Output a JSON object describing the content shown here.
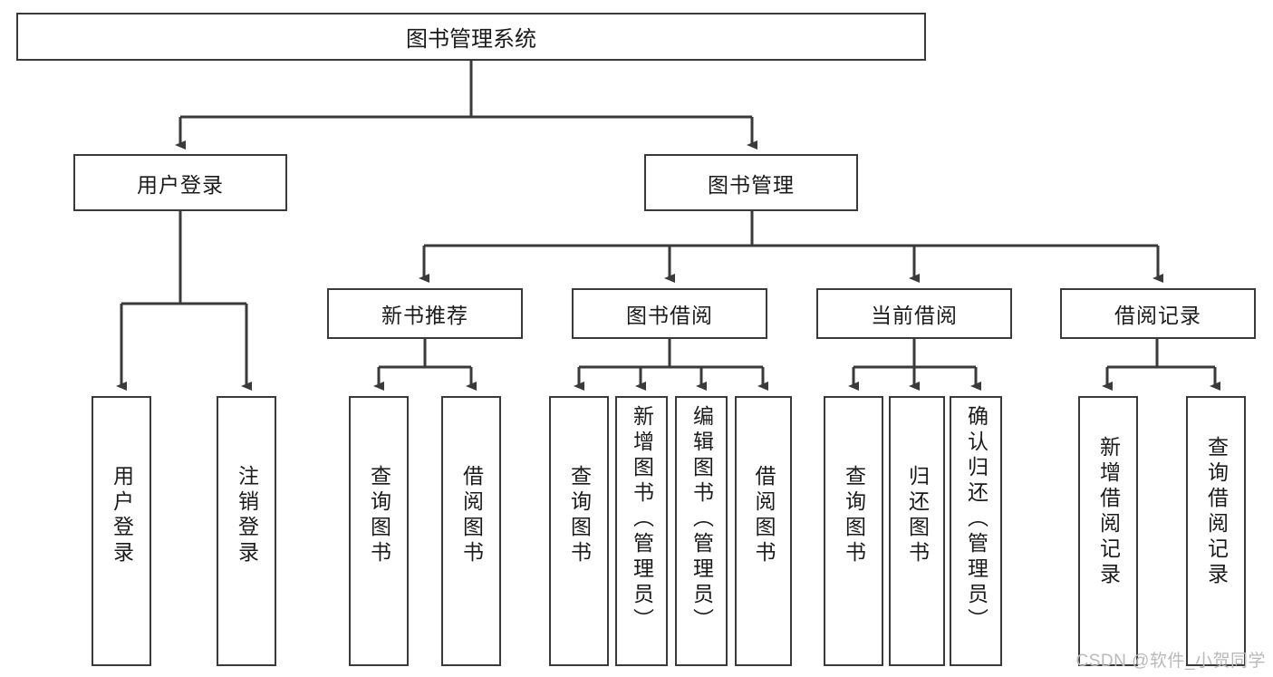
{
  "diagram": {
    "title": "图书管理系统",
    "type": "hierarchy-tree",
    "watermark": "CSDN @软件_小贺同学",
    "colors": {
      "stroke": "#3a3a3a",
      "text": "#1b1b1b",
      "background": "#ffffff",
      "watermark": "#b9b9b9"
    },
    "root": {
      "label": "图书管理系统"
    },
    "level2": [
      {
        "label": "用户登录"
      },
      {
        "label": "图书管理"
      }
    ],
    "level3": [
      {
        "label": "新书推荐"
      },
      {
        "label": "图书借阅"
      },
      {
        "label": "当前借阅"
      },
      {
        "label": "借阅记录"
      }
    ],
    "leaves": {
      "user_login": [
        {
          "label": "用户登录"
        },
        {
          "label": "注销登录"
        }
      ],
      "new_book_recommend": [
        {
          "label": "查询图书"
        },
        {
          "label": "借阅图书"
        }
      ],
      "book_borrow": [
        {
          "label": "查询图书"
        },
        {
          "label": "新增图书（管理员）"
        },
        {
          "label": "编辑图书（管理员）"
        },
        {
          "label": "借阅图书"
        }
      ],
      "current_borrow": [
        {
          "label": "查询图书"
        },
        {
          "label": "归还图书"
        },
        {
          "label": "确认归还（管理员）"
        }
      ],
      "borrow_records": [
        {
          "label": "新增借阅记录"
        },
        {
          "label": "查询借阅记录"
        }
      ]
    }
  }
}
